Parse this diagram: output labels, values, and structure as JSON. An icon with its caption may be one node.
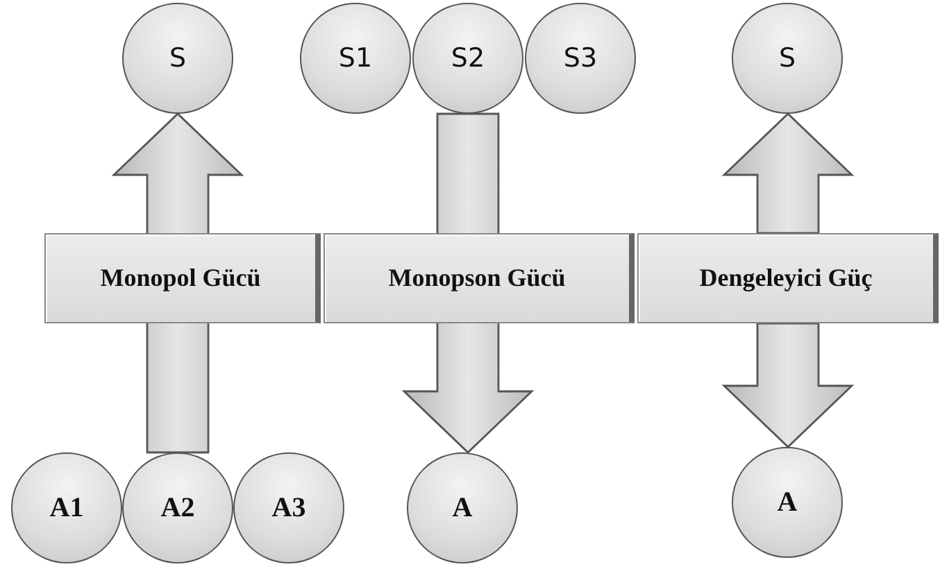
{
  "diagram": {
    "nodes": [
      {
        "text": [
          "S"
        ]
      },
      {
        "text": [
          "S1"
        ]
      },
      {
        "text": [
          "S2"
        ]
      },
      {
        "text": [
          "S3"
        ]
      },
      {
        "text": [
          "S"
        ]
      },
      {
        "text": [
          "Monopol Gücü"
        ]
      },
      {
        "text": [
          "Monopson Gücü"
        ]
      },
      {
        "text": [
          "Dengeleyici Güç"
        ]
      },
      {
        "text": [
          "A1"
        ]
      },
      {
        "text": [
          "A2"
        ]
      },
      {
        "text": [
          "A3"
        ]
      },
      {
        "text": [
          "A"
        ]
      },
      {
        "text": [
          "A"
        ]
      }
    ],
    "edges": [
      {
        "from": 9,
        "to": 0,
        "arrow": "to"
      },
      {
        "from": 2,
        "to": 11,
        "arrow": "to"
      },
      {
        "from": 7,
        "to": 4,
        "arrow": "to"
      },
      {
        "from": 7,
        "to": 12,
        "arrow": "to"
      }
    ]
  }
}
